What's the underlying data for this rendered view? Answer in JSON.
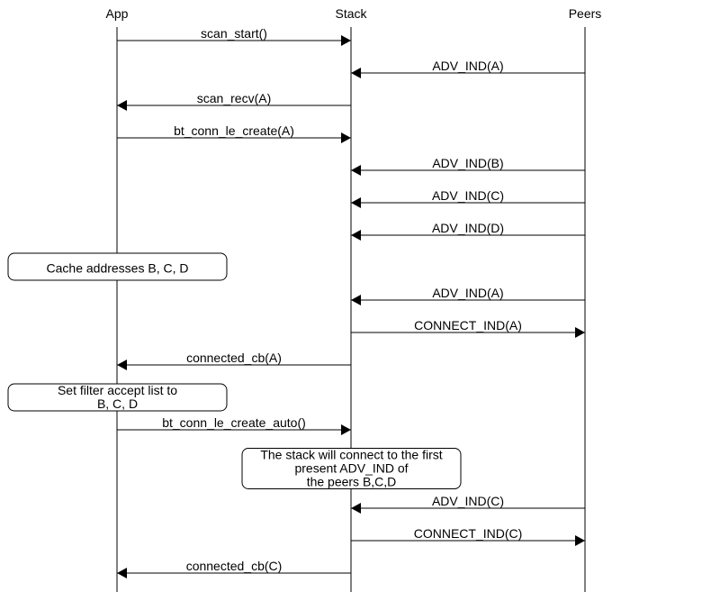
{
  "colors": {
    "line": "#000000",
    "background": "#ffffff",
    "text": "#000000"
  },
  "actors": [
    {
      "id": "app",
      "label": "App"
    },
    {
      "id": "stack",
      "label": "Stack"
    },
    {
      "id": "peers",
      "label": "Peers"
    }
  ],
  "steps": [
    {
      "kind": "msg",
      "from": "app",
      "to": "stack",
      "label": "scan_start()"
    },
    {
      "kind": "msg",
      "from": "peers",
      "to": "stack",
      "label": "ADV_IND(A)"
    },
    {
      "kind": "msg",
      "from": "stack",
      "to": "app",
      "label": "scan_recv(A)"
    },
    {
      "kind": "msg",
      "from": "app",
      "to": "stack",
      "label": "bt_conn_le_create(A)"
    },
    {
      "kind": "msg",
      "from": "peers",
      "to": "stack",
      "label": "ADV_IND(B)"
    },
    {
      "kind": "msg",
      "from": "peers",
      "to": "stack",
      "label": "ADV_IND(C)"
    },
    {
      "kind": "msg",
      "from": "peers",
      "to": "stack",
      "label": "ADV_IND(D)"
    },
    {
      "kind": "note",
      "over": "app",
      "lines": [
        "Cache addresses B, C, D"
      ]
    },
    {
      "kind": "msg",
      "from": "peers",
      "to": "stack",
      "label": "ADV_IND(A)"
    },
    {
      "kind": "msg",
      "from": "stack",
      "to": "peers",
      "label": "CONNECT_IND(A)"
    },
    {
      "kind": "msg",
      "from": "stack",
      "to": "app",
      "label": "connected_cb(A)"
    },
    {
      "kind": "note",
      "over": "app",
      "lines": [
        "Set filter accept list to",
        "B, C, D"
      ]
    },
    {
      "kind": "msg",
      "from": "app",
      "to": "stack",
      "label": "bt_conn_le_create_auto()"
    },
    {
      "kind": "note",
      "over": "stack",
      "lines": [
        "The stack will connect to the first",
        "present ADV_IND of",
        "the peers B,C,D"
      ]
    },
    {
      "kind": "msg",
      "from": "peers",
      "to": "stack",
      "label": "ADV_IND(C)"
    },
    {
      "kind": "msg",
      "from": "stack",
      "to": "peers",
      "label": "CONNECT_IND(C)"
    },
    {
      "kind": "msg",
      "from": "stack",
      "to": "app",
      "label": "connected_cb(C)"
    }
  ]
}
